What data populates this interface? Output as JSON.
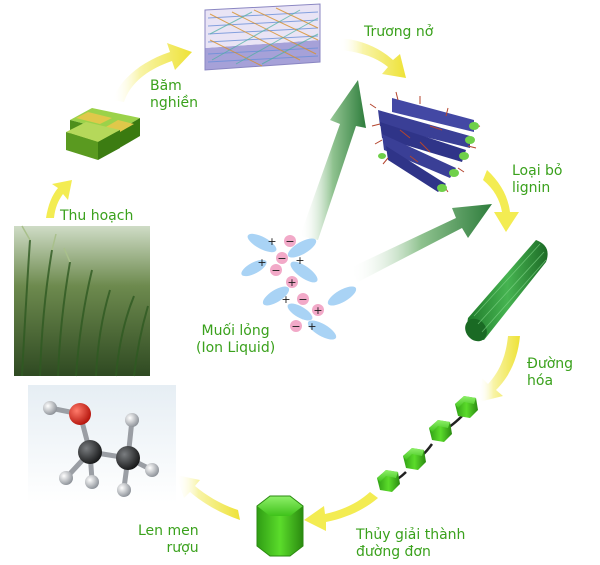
{
  "labels": {
    "bam_nghien": [
      "Băm",
      "nghiền"
    ],
    "truong_no": "Trương nở",
    "loai_bo_lignin": [
      "Loại bỏ",
      "lignin"
    ],
    "thu_hoach": "Thu hoạch",
    "muoi_long": [
      "Muối lỏng",
      "(Ion Liquid)"
    ],
    "duong_hoa": [
      "Đường",
      "hóa"
    ],
    "len_men": [
      "Len men",
      "rượu"
    ],
    "thuy_giai": [
      "Thủy giải thành",
      "đường đơn"
    ]
  },
  "ion_signs": {
    "plus": "+",
    "minus": "−"
  },
  "colors": {
    "label_green": "#3aa11c",
    "cycle_arrow": "#f3ec52",
    "center_arrow": "#3f8f4a",
    "hexagon": "#49d51e",
    "fiber_bundle": "#3a3f96",
    "cellulose_rod": "#2f9a3a",
    "ion_ellipse": "#a9d3f5",
    "ion_dot": "#f2a9c8"
  }
}
